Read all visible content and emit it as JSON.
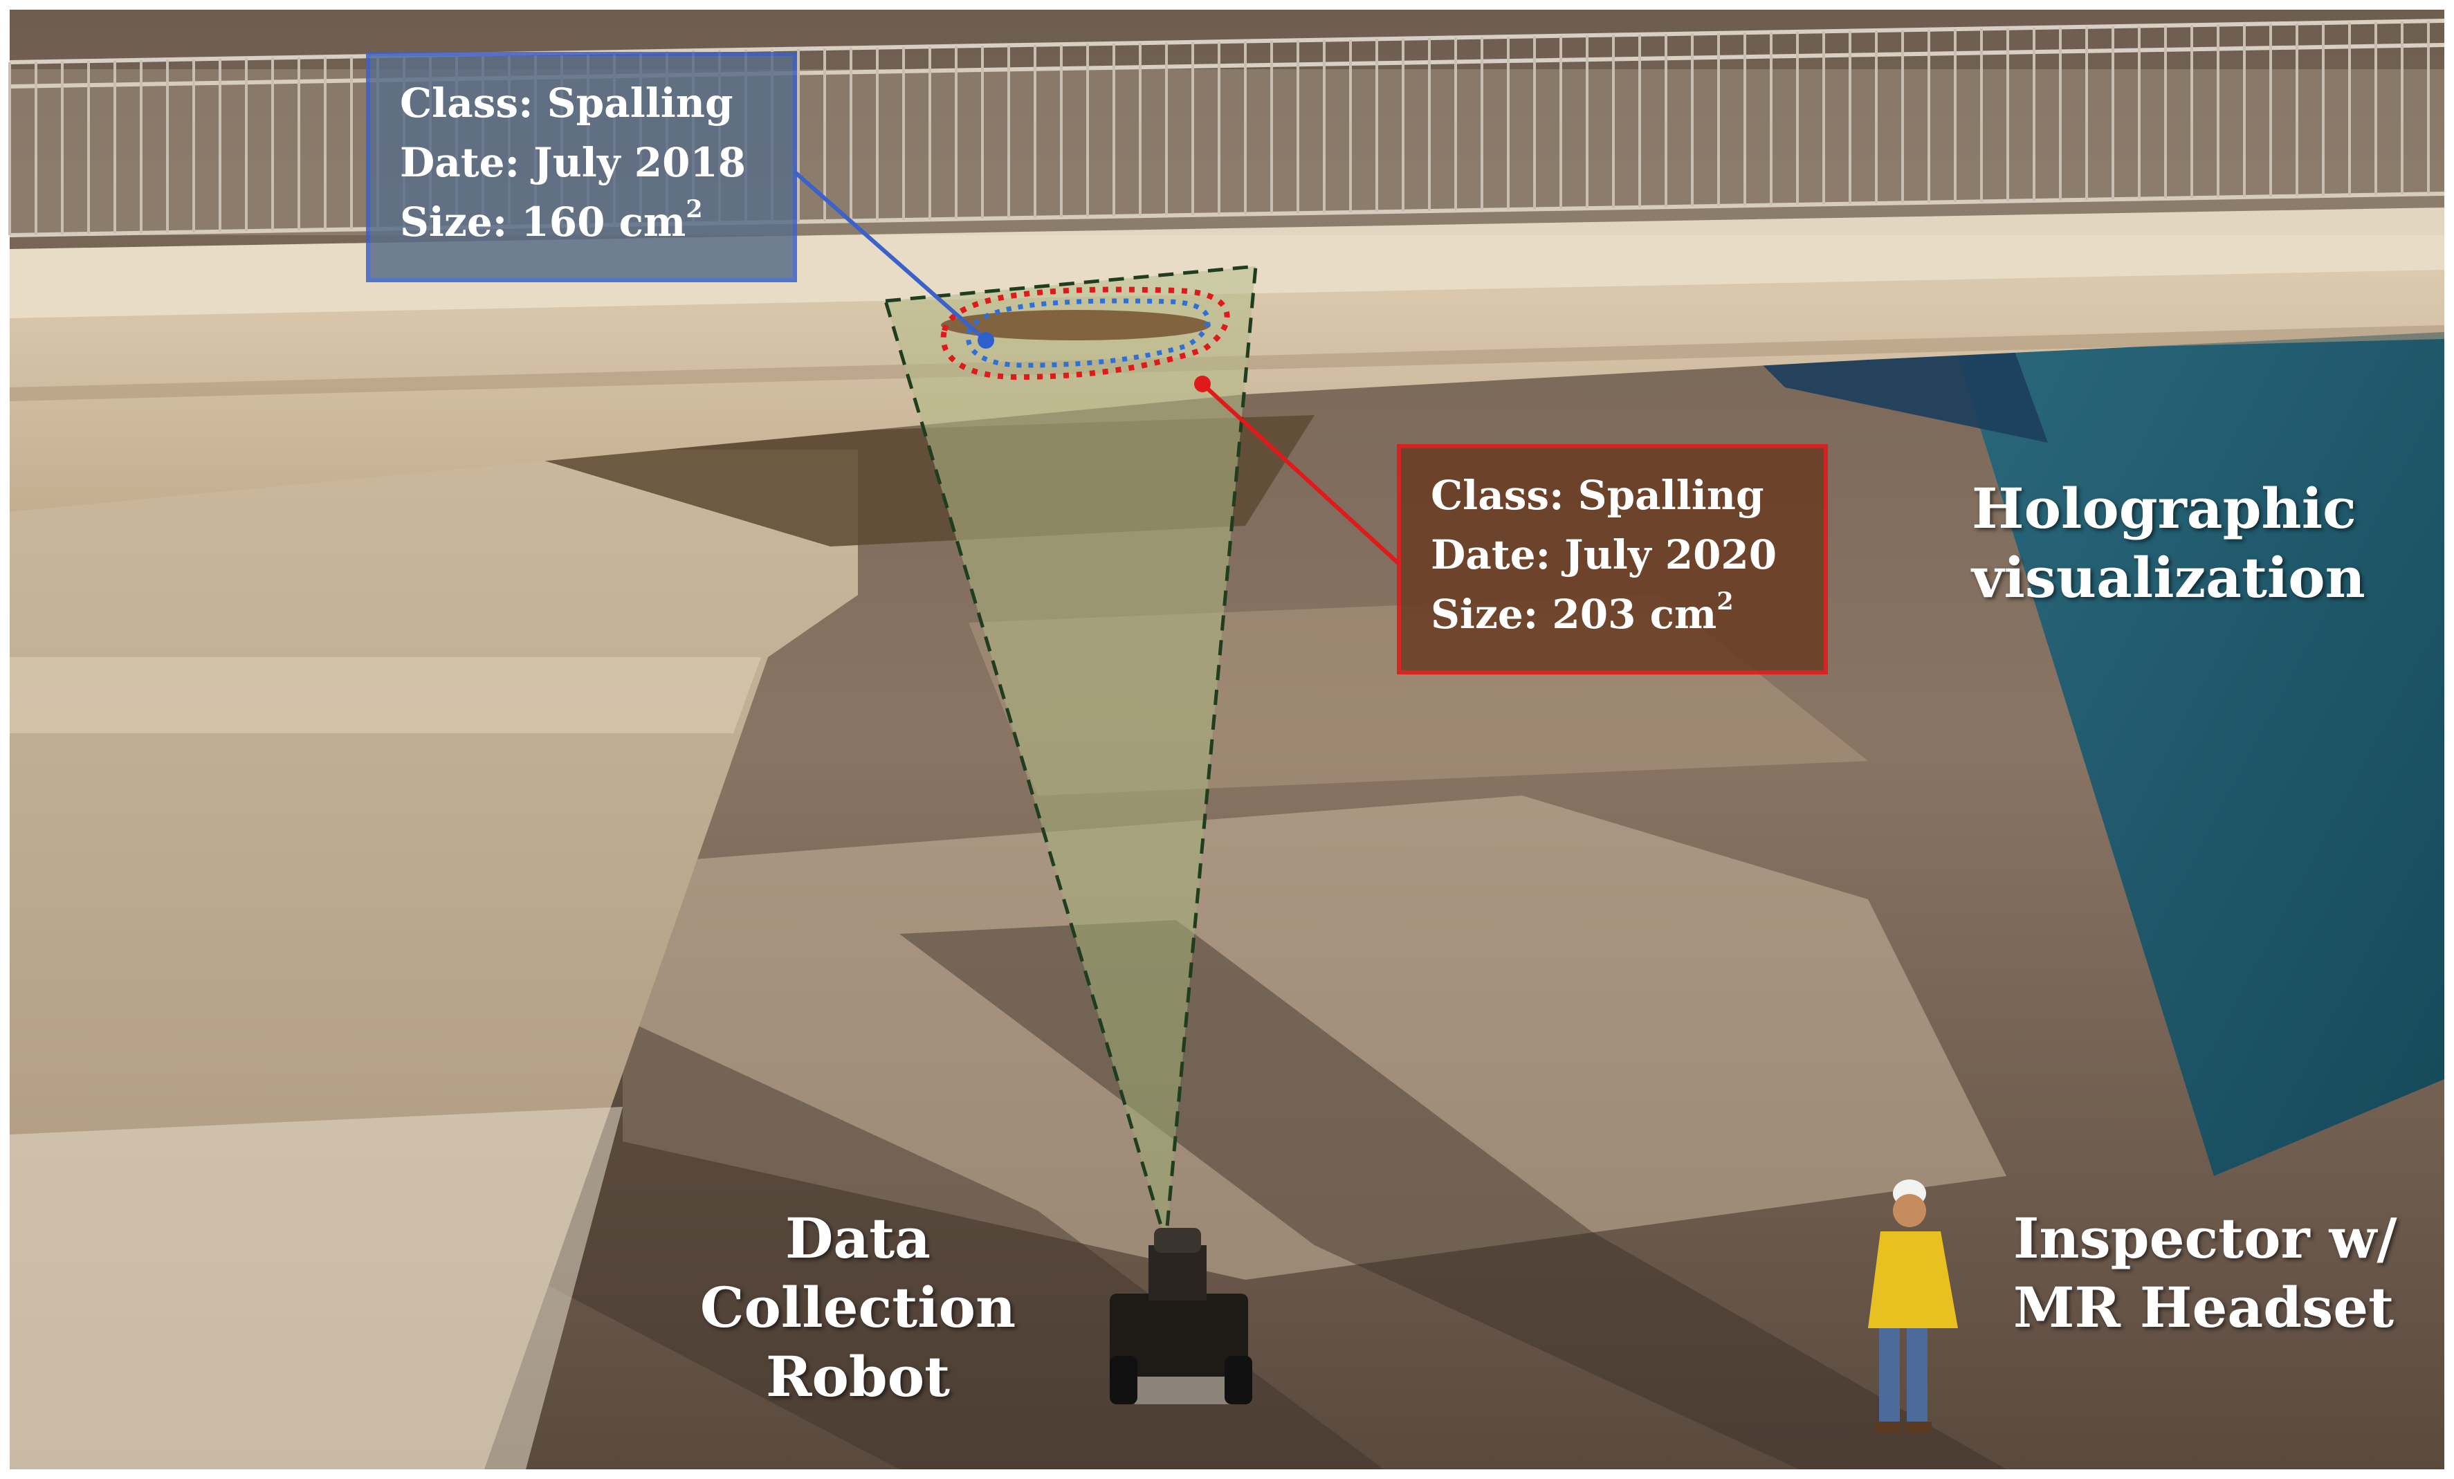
{
  "annotations": {
    "old": {
      "class": "Class: Spalling",
      "date": "Date: July 2018",
      "size": "Size: 160 cm",
      "size_sup": "2",
      "color": "#3a62c9"
    },
    "new": {
      "class": "Class: Spalling",
      "date": "Date: July 2020",
      "size": "Size: 203 cm",
      "size_sup": "2",
      "color": "#e01a1a"
    }
  },
  "labels": {
    "holographic_line1": "Holographic",
    "holographic_line2": "visualization",
    "robot_line1": "Data Collection",
    "robot_line2": "Robot",
    "inspector_line1": "Inspector w/",
    "inspector_line2": "MR Headset"
  }
}
